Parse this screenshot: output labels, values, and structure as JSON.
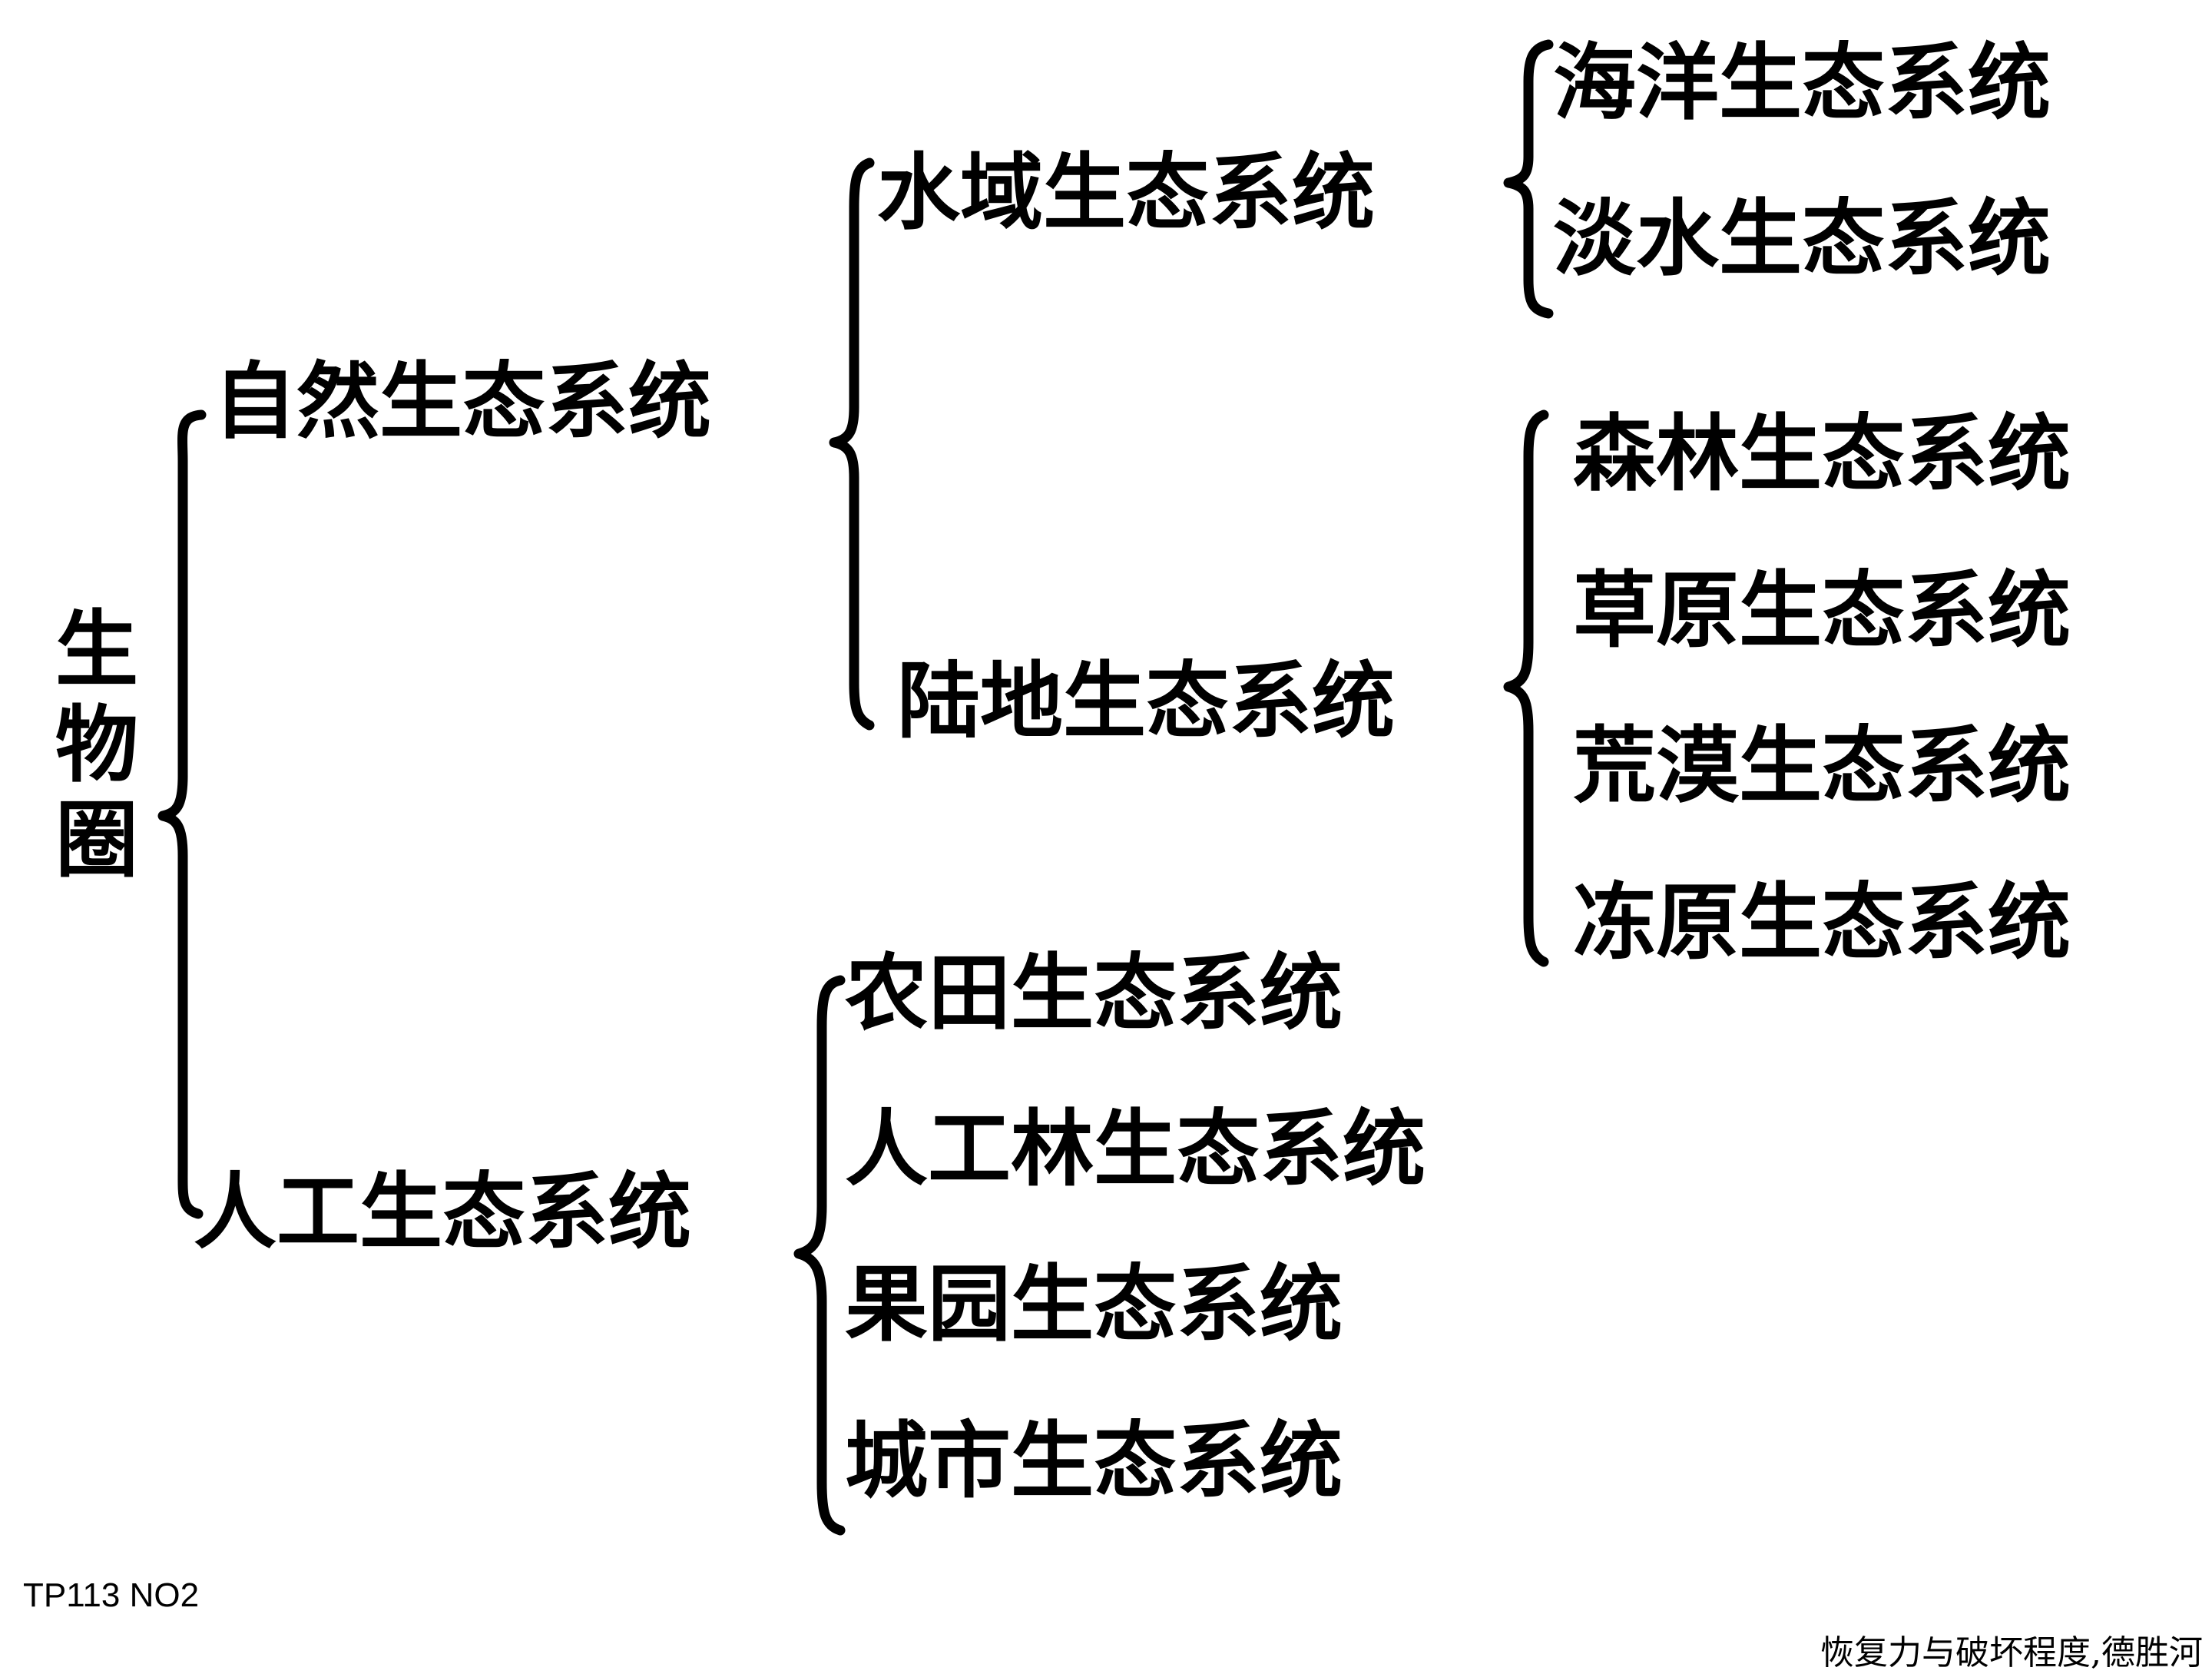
{
  "root": {
    "chars": [
      "生",
      "物",
      "圈"
    ]
  },
  "level1": {
    "natural": "自然生态系统",
    "artificial": "人工生态系统"
  },
  "natural_children": {
    "water": "水域生态系统",
    "land": "陆地生态系统"
  },
  "water_children": [
    "海洋生态系统",
    "淡水生态系统"
  ],
  "land_children": [
    "森林生态系统",
    "草原生态系统",
    "荒漠生态系统",
    "冻原生态系统"
  ],
  "artificial_children": [
    "农田生态系统",
    "人工林生态系统",
    "果园生态系统",
    "城市生态系统"
  ],
  "footer": {
    "code": "TP113  NO2",
    "credit": "恢复力与破坏程度,德胜河"
  }
}
